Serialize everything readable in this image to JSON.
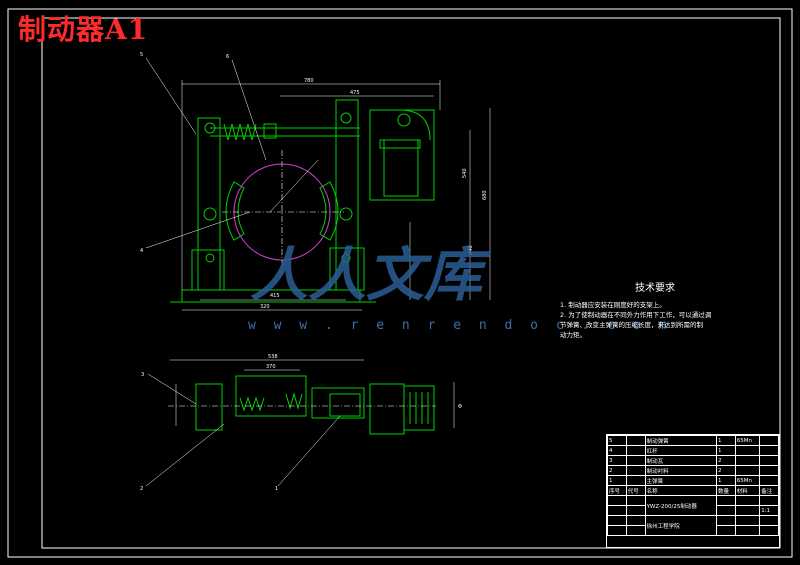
{
  "title": "制动器A1",
  "watermark": {
    "brand": "人人文库",
    "url": "w w w . r e n r e n d o c . c o m"
  },
  "tech_requirements": {
    "title": "技术要求",
    "lines": [
      "1. 制动器应安装在刚度好的支架上。",
      "2. 为了使制动器在不同外力作用下工作，可以通过调",
      "节弹簧、改变主弹簧的压缩长度，来达到所需的制",
      "动力矩。"
    ]
  },
  "title_block": {
    "parts": [
      {
        "no": "5",
        "name": "制动弹簧",
        "qty": "1",
        "mat": "65Mn"
      },
      {
        "no": "4",
        "name": "杠杆",
        "qty": "1",
        "mat": ""
      },
      {
        "no": "3",
        "name": "制动瓦",
        "qty": "2",
        "mat": ""
      },
      {
        "no": "2",
        "name": "制动衬料",
        "qty": "2",
        "mat": ""
      },
      {
        "no": "1",
        "name": "主弹簧",
        "qty": "1",
        "mat": "65Mn"
      }
    ],
    "header": {
      "no": "序号",
      "code": "代号",
      "name": "名称",
      "qty": "数量",
      "mat": "材料",
      "note": "备注"
    },
    "drawing_name": "YWZ-200/25制动器",
    "school": "徐州工程学院",
    "scale": "1:1"
  }
}
